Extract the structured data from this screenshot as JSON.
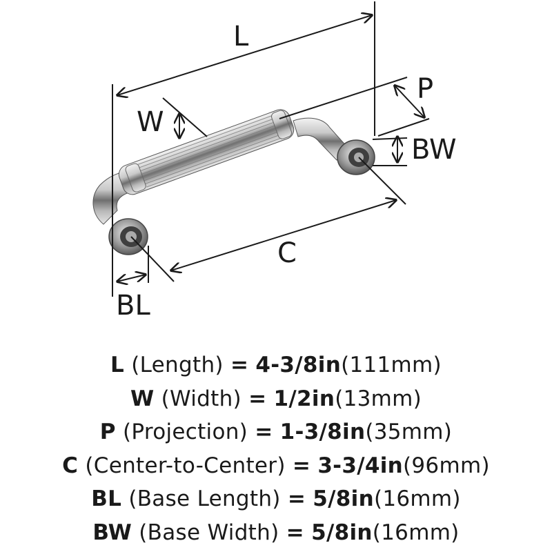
{
  "diagram": {
    "labels": {
      "L": "L",
      "W": "W",
      "P": "P",
      "BW": "BW",
      "C": "C",
      "BL": "BL"
    }
  },
  "specs": [
    {
      "abbr": "L",
      "name": "(Length)",
      "eq": "=",
      "value": "4-3/8in",
      "metric": "(111mm)"
    },
    {
      "abbr": "W",
      "name": "(Width)",
      "eq": "=",
      "value": "1/2in",
      "metric": "(13mm)"
    },
    {
      "abbr": "P",
      "name": "(Projection)",
      "eq": "=",
      "value": "1-3/8in",
      "metric": "(35mm)"
    },
    {
      "abbr": "C",
      "name": "(Center-to-Center)",
      "eq": "=",
      "value": "3-3/4in",
      "metric": "(96mm)"
    },
    {
      "abbr": "BL",
      "name": "(Base Length)",
      "eq": "=",
      "value": "5/8in",
      "metric": "(16mm)"
    },
    {
      "abbr": "BW",
      "name": "(Base Width)",
      "eq": "=",
      "value": "5/8in",
      "metric": "(16mm)"
    }
  ]
}
